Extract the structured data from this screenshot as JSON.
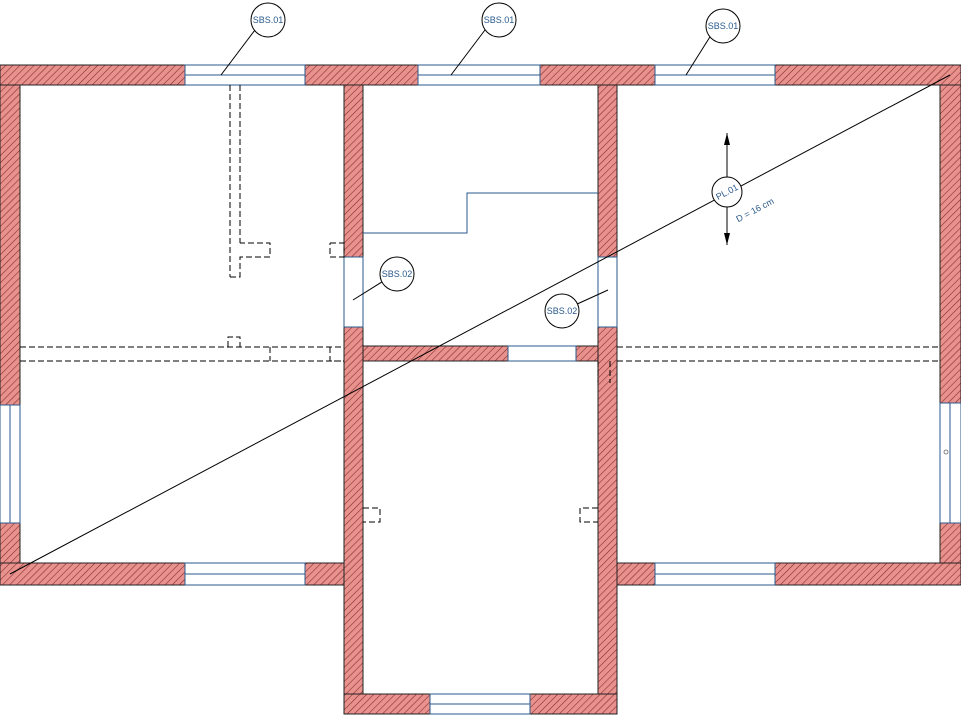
{
  "colors": {
    "wall_fill": "#e8918d",
    "hatch": "#7a2a2a",
    "outline": "#222222",
    "window_line": "#2a5a8c",
    "label_text": "#2a5a8c"
  },
  "tags": {
    "window_top_left": "SBS.01",
    "window_top_mid": "SBS.01",
    "window_top_right": "SBS.01",
    "window_int_left": "SBS.02",
    "window_int_right": "SBS.02",
    "slab": "PL.01"
  },
  "slab_thickness": "D = 16 cm"
}
